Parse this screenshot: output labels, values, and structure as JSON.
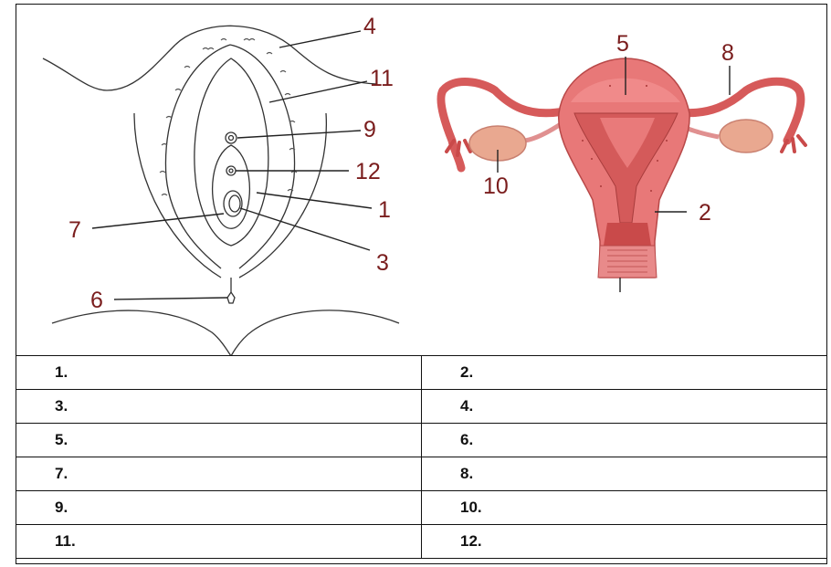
{
  "vulva_labels": [
    {
      "id": "4",
      "text": "4"
    },
    {
      "id": "11",
      "text": "11"
    },
    {
      "id": "9",
      "text": "9"
    },
    {
      "id": "12",
      "text": "12"
    },
    {
      "id": "1",
      "text": "1"
    },
    {
      "id": "7",
      "text": "7"
    },
    {
      "id": "3",
      "text": "3"
    },
    {
      "id": "6",
      "text": "6"
    }
  ],
  "uterus_labels": [
    {
      "id": "5",
      "text": "5"
    },
    {
      "id": "8",
      "text": "8"
    },
    {
      "id": "10",
      "text": "10"
    },
    {
      "id": "2",
      "text": "2"
    }
  ],
  "answer_rows": [
    [
      "1.",
      "2."
    ],
    [
      "3.",
      "4."
    ],
    [
      "5.",
      "6."
    ],
    [
      "7.",
      "8."
    ],
    [
      "9.",
      "10."
    ],
    [
      "11.",
      "12."
    ]
  ],
  "colors": {
    "label": "#7a1d1d",
    "uterus_fill": "#e87878",
    "uterus_dark": "#c94a4a",
    "ovary": "#e9a890",
    "line": "#222222"
  }
}
